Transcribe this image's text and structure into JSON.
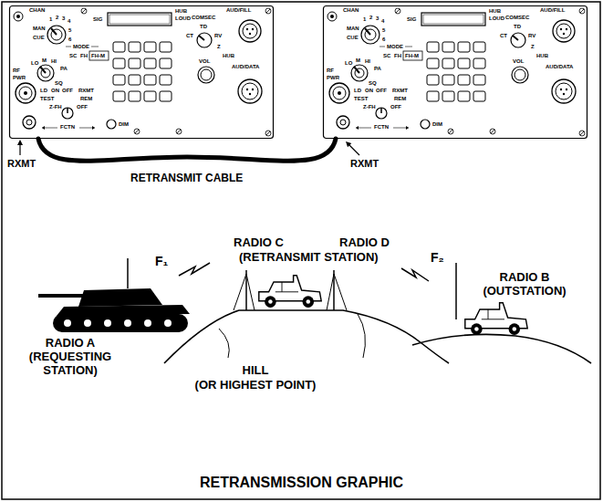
{
  "diagram": {
    "title": "RETRANSMISSION GRAPHIC",
    "nodes": [
      {
        "text": [
          "CHAN",
          "1",
          "2",
          "3",
          "4",
          "MAN",
          "CUE",
          "5",
          "6",
          "MODE",
          "SC",
          "FH",
          "FH-M",
          "RF",
          "PWR",
          "LO",
          "M",
          "HI",
          "PA",
          "SQ",
          "LD",
          "ON",
          "OFF",
          "RXMT",
          "TEST",
          "REM",
          "Z-FH",
          "OFF",
          "FCTN",
          "DIM",
          "SIG",
          "HUB",
          "LOUD",
          "COMSEC",
          "CT",
          "TD",
          "RV",
          "Z",
          "VOL",
          "AUD/FILL",
          "HUB",
          "AUD/DATA"
        ]
      },
      {
        "text": [
          "CHAN",
          "1",
          "2",
          "3",
          "4",
          "MAN",
          "CUE",
          "5",
          "6",
          "MODE",
          "SC",
          "FH",
          "FH-M",
          "RF",
          "PWR",
          "LO",
          "M",
          "HI",
          "PA",
          "SQ",
          "LD",
          "ON",
          "OFF",
          "RXMT",
          "TEST",
          "REM",
          "Z-FH",
          "OFF",
          "FCTN",
          "DIM",
          "SIG",
          "HUB",
          "LOUD",
          "COMSEC",
          "CT",
          "TD",
          "RV",
          "Z",
          "VOL",
          "AUD/FILL",
          "HUB",
          "AUD/DATA"
        ]
      }
    ],
    "edges": [
      {
        "from": 0,
        "to": 1,
        "label": "RETRANSMIT CABLE",
        "arrow": "none"
      }
    ],
    "labels": [
      "RXMT",
      "RXMT",
      "RADIO C",
      "RADIO D",
      "(RETRANSMIT STATION)",
      "F₁",
      "F₂",
      "RADIO A",
      "(REQUESTING STATION)",
      "RADIO B",
      "(OUTSTATION)",
      "HILL",
      "(OR HIGHEST POINT)"
    ]
  }
}
